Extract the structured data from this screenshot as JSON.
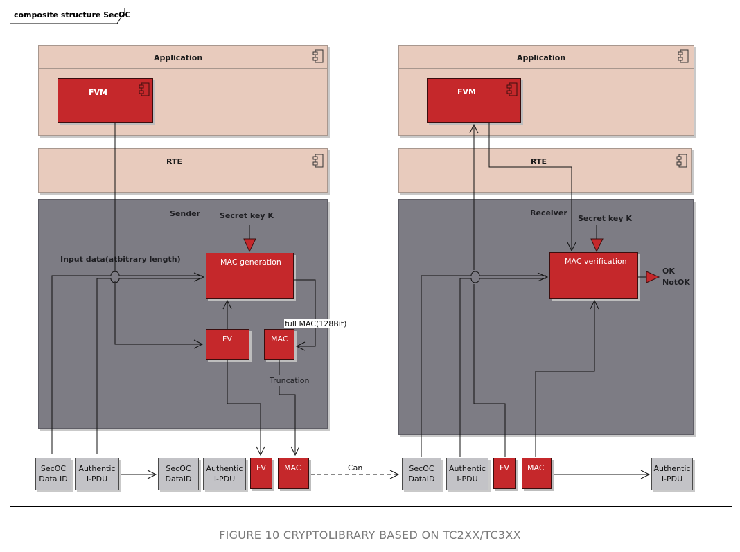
{
  "frame": {
    "title": "composite structure SecOC"
  },
  "left": {
    "application": "Application",
    "fvm": "FVM",
    "rte": "RTE",
    "sender": "Sender",
    "secret_key": "Secret key K",
    "input_data": "Input data(atbitrary length)",
    "mac_generation": "MAC generation",
    "full_mac": "full MAC(128Bit)",
    "fv": "FV",
    "mac": "MAC",
    "truncation": "Truncation"
  },
  "right": {
    "application": "Application",
    "fvm": "FVM",
    "rte": "RTE",
    "receiver": "Receiver",
    "secret_key": "Secret key K",
    "mac_verification": "MAC verification",
    "ok": "OK",
    "notok": "NotOK"
  },
  "bottom": {
    "secoc_data_id_1": [
      "SecOC",
      "Data ID"
    ],
    "authentic_ipdu_1": [
      "Authentic",
      "I-PDU"
    ],
    "secoc_data_id_2": [
      "SecOC",
      "DataID"
    ],
    "authentic_ipdu_2": [
      "Authentic",
      "I-PDU"
    ],
    "fv_1": "FV",
    "mac_1": "MAC",
    "can": "Can",
    "secoc_data_id_3": [
      "SecOC",
      "DataID"
    ],
    "authentic_ipdu_3": [
      "Authentic",
      "I-PDU"
    ],
    "fv_2": "FV",
    "mac_2": "MAC",
    "authentic_ipdu_4": [
      "Authentic",
      "I-PDU"
    ]
  },
  "caption": "FIGURE 10 CRYPTOLIBRARY BASED ON TC2XX/TC3XX",
  "colors": {
    "pink": "#e8cbbd",
    "grey_region": "#7d7c84",
    "red": "#c5282b",
    "pdu_grey": "#c3c3c7"
  },
  "icons": [
    "component-icon"
  ]
}
